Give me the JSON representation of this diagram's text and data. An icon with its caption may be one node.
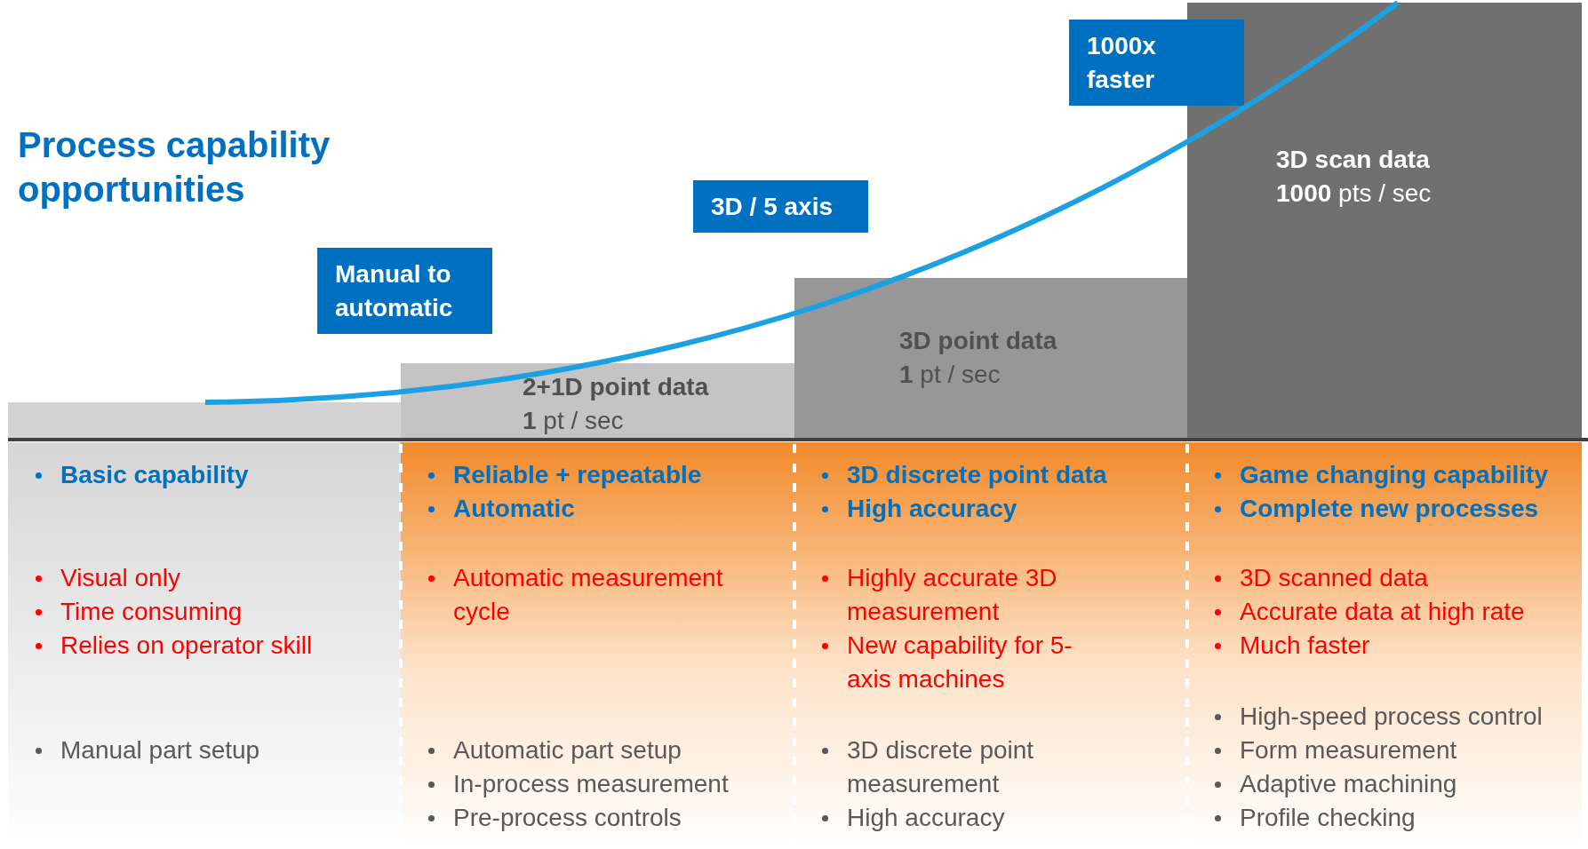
{
  "diagram": {
    "title": "Process capability opportunities",
    "nodes": [
      {
        "text": [],
        "shape": "bar"
      },
      {
        "text": [
          "2+1D point data",
          "**1** pt / sec"
        ]
      },
      {
        "text": [
          "3D point data",
          "**1** pt / sec"
        ]
      },
      {
        "text": [
          "3D scan data",
          "**1000** pts / sec"
        ]
      },
      {
        "text": [
          "Manual to automatic"
        ]
      },
      {
        "text": [
          "3D / 5 axis"
        ]
      },
      {
        "text": [
          "1000x faster"
        ]
      },
      {
        "text": [
          "Basic capability",
          "Visual only",
          "Time consuming",
          "Relies on operator skill",
          "Manual part setup"
        ]
      },
      {
        "text": [
          "Reliable + repeatable",
          "Automatic",
          "Automatic measurement cycle",
          "Automatic part setup",
          "In-process measurement",
          "Pre-process controls"
        ]
      },
      {
        "text": [
          "3D discrete point data",
          "High accuracy",
          "Highly accurate 3D measurement",
          "New capability for 5-axis machines",
          "3D discrete point measurement",
          "High accuracy"
        ]
      },
      {
        "text": [
          "Game changing capability",
          "Complete new processes",
          "3D scanned data",
          "Accurate data at high rate",
          "Much faster",
          "High-speed process control",
          "Form measurement",
          "Adaptive machining",
          "Profile checking"
        ]
      }
    ]
  }
}
